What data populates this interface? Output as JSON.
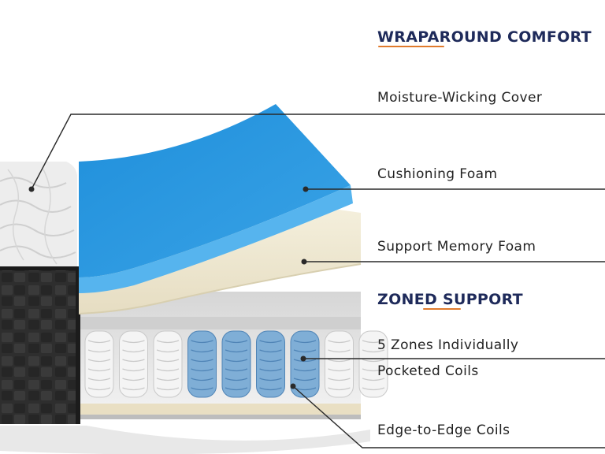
{
  "colors": {
    "heading": "#1e2a5a",
    "accent_underline": "#e07a2c",
    "label": "#222222",
    "leader_line": "#2a2a2a",
    "cushioning_foam": "#2f97de",
    "memory_foam": "#efe9d4",
    "quilted_cover": "#ececec",
    "side_panel": "#2d2d2d",
    "coil_white": "#f4f4f4",
    "coil_blue": "#7faed6"
  },
  "sections": {
    "wraparound": {
      "heading": "WRAPAROUND COMFORT"
    },
    "zoned": {
      "heading": "ZONED SUPPORT"
    }
  },
  "callouts": [
    {
      "id": "cover",
      "label": "Moisture-Wicking Cover"
    },
    {
      "id": "cushion",
      "label": "Cushioning Foam"
    },
    {
      "id": "memory",
      "label": "Support Memory Foam"
    },
    {
      "id": "zones",
      "label_lines": [
        "5 Zones Individually",
        "Pocketed Coils"
      ]
    },
    {
      "id": "edge",
      "label": "Edge-to-Edge Coils"
    }
  ],
  "coils": {
    "count": 9,
    "colors": [
      "white",
      "white",
      "white",
      "blue",
      "blue",
      "blue",
      "blue",
      "white",
      "white"
    ]
  }
}
